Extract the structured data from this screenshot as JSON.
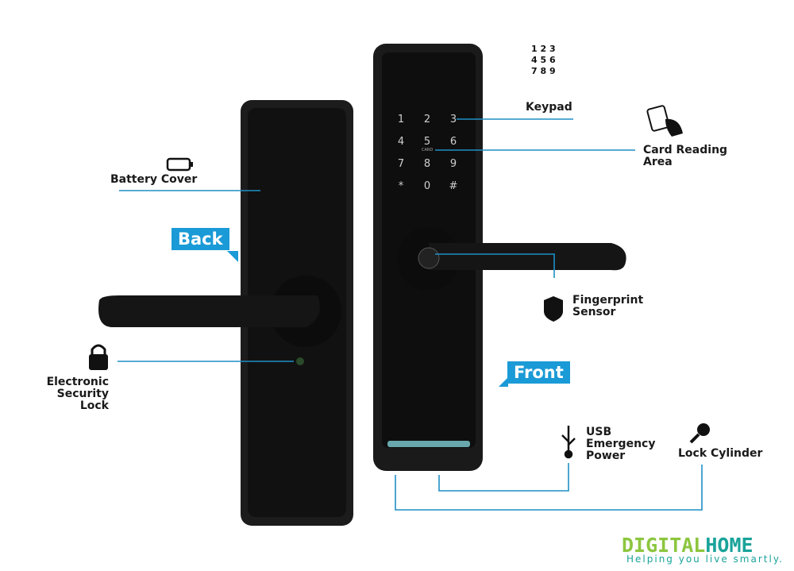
{
  "labels": {
    "back": "Back",
    "front": "Front",
    "battery_cover": "Battery Cover",
    "keypad": "Keypad",
    "card_reading": [
      "Card Reading",
      "Area"
    ],
    "fingerprint": [
      "Fingerprint",
      "Sensor"
    ],
    "electronic_lock": [
      "Electronic",
      "Security",
      "Lock"
    ],
    "usb": [
      "USB",
      "Emergency",
      "Power"
    ],
    "lock_cylinder": "Lock Cylinder",
    "card_text": "CARD"
  },
  "keypad_keys": [
    "1",
    "2",
    "3",
    "4",
    "5",
    "6",
    "7",
    "8",
    "9",
    "*",
    "0",
    "#"
  ],
  "keypad_icon_digits": [
    "1 2 3",
    "4 5 6",
    "7 8 9"
  ],
  "brand": {
    "part1": "DIGITAL",
    "part2": "HOME",
    "tagline": "Helping you live smartly."
  },
  "colors": {
    "accent": "#1a9ad6",
    "line": "#1f8fc6",
    "brand_green": "#8cc63f",
    "brand_teal": "#1aa39a"
  }
}
